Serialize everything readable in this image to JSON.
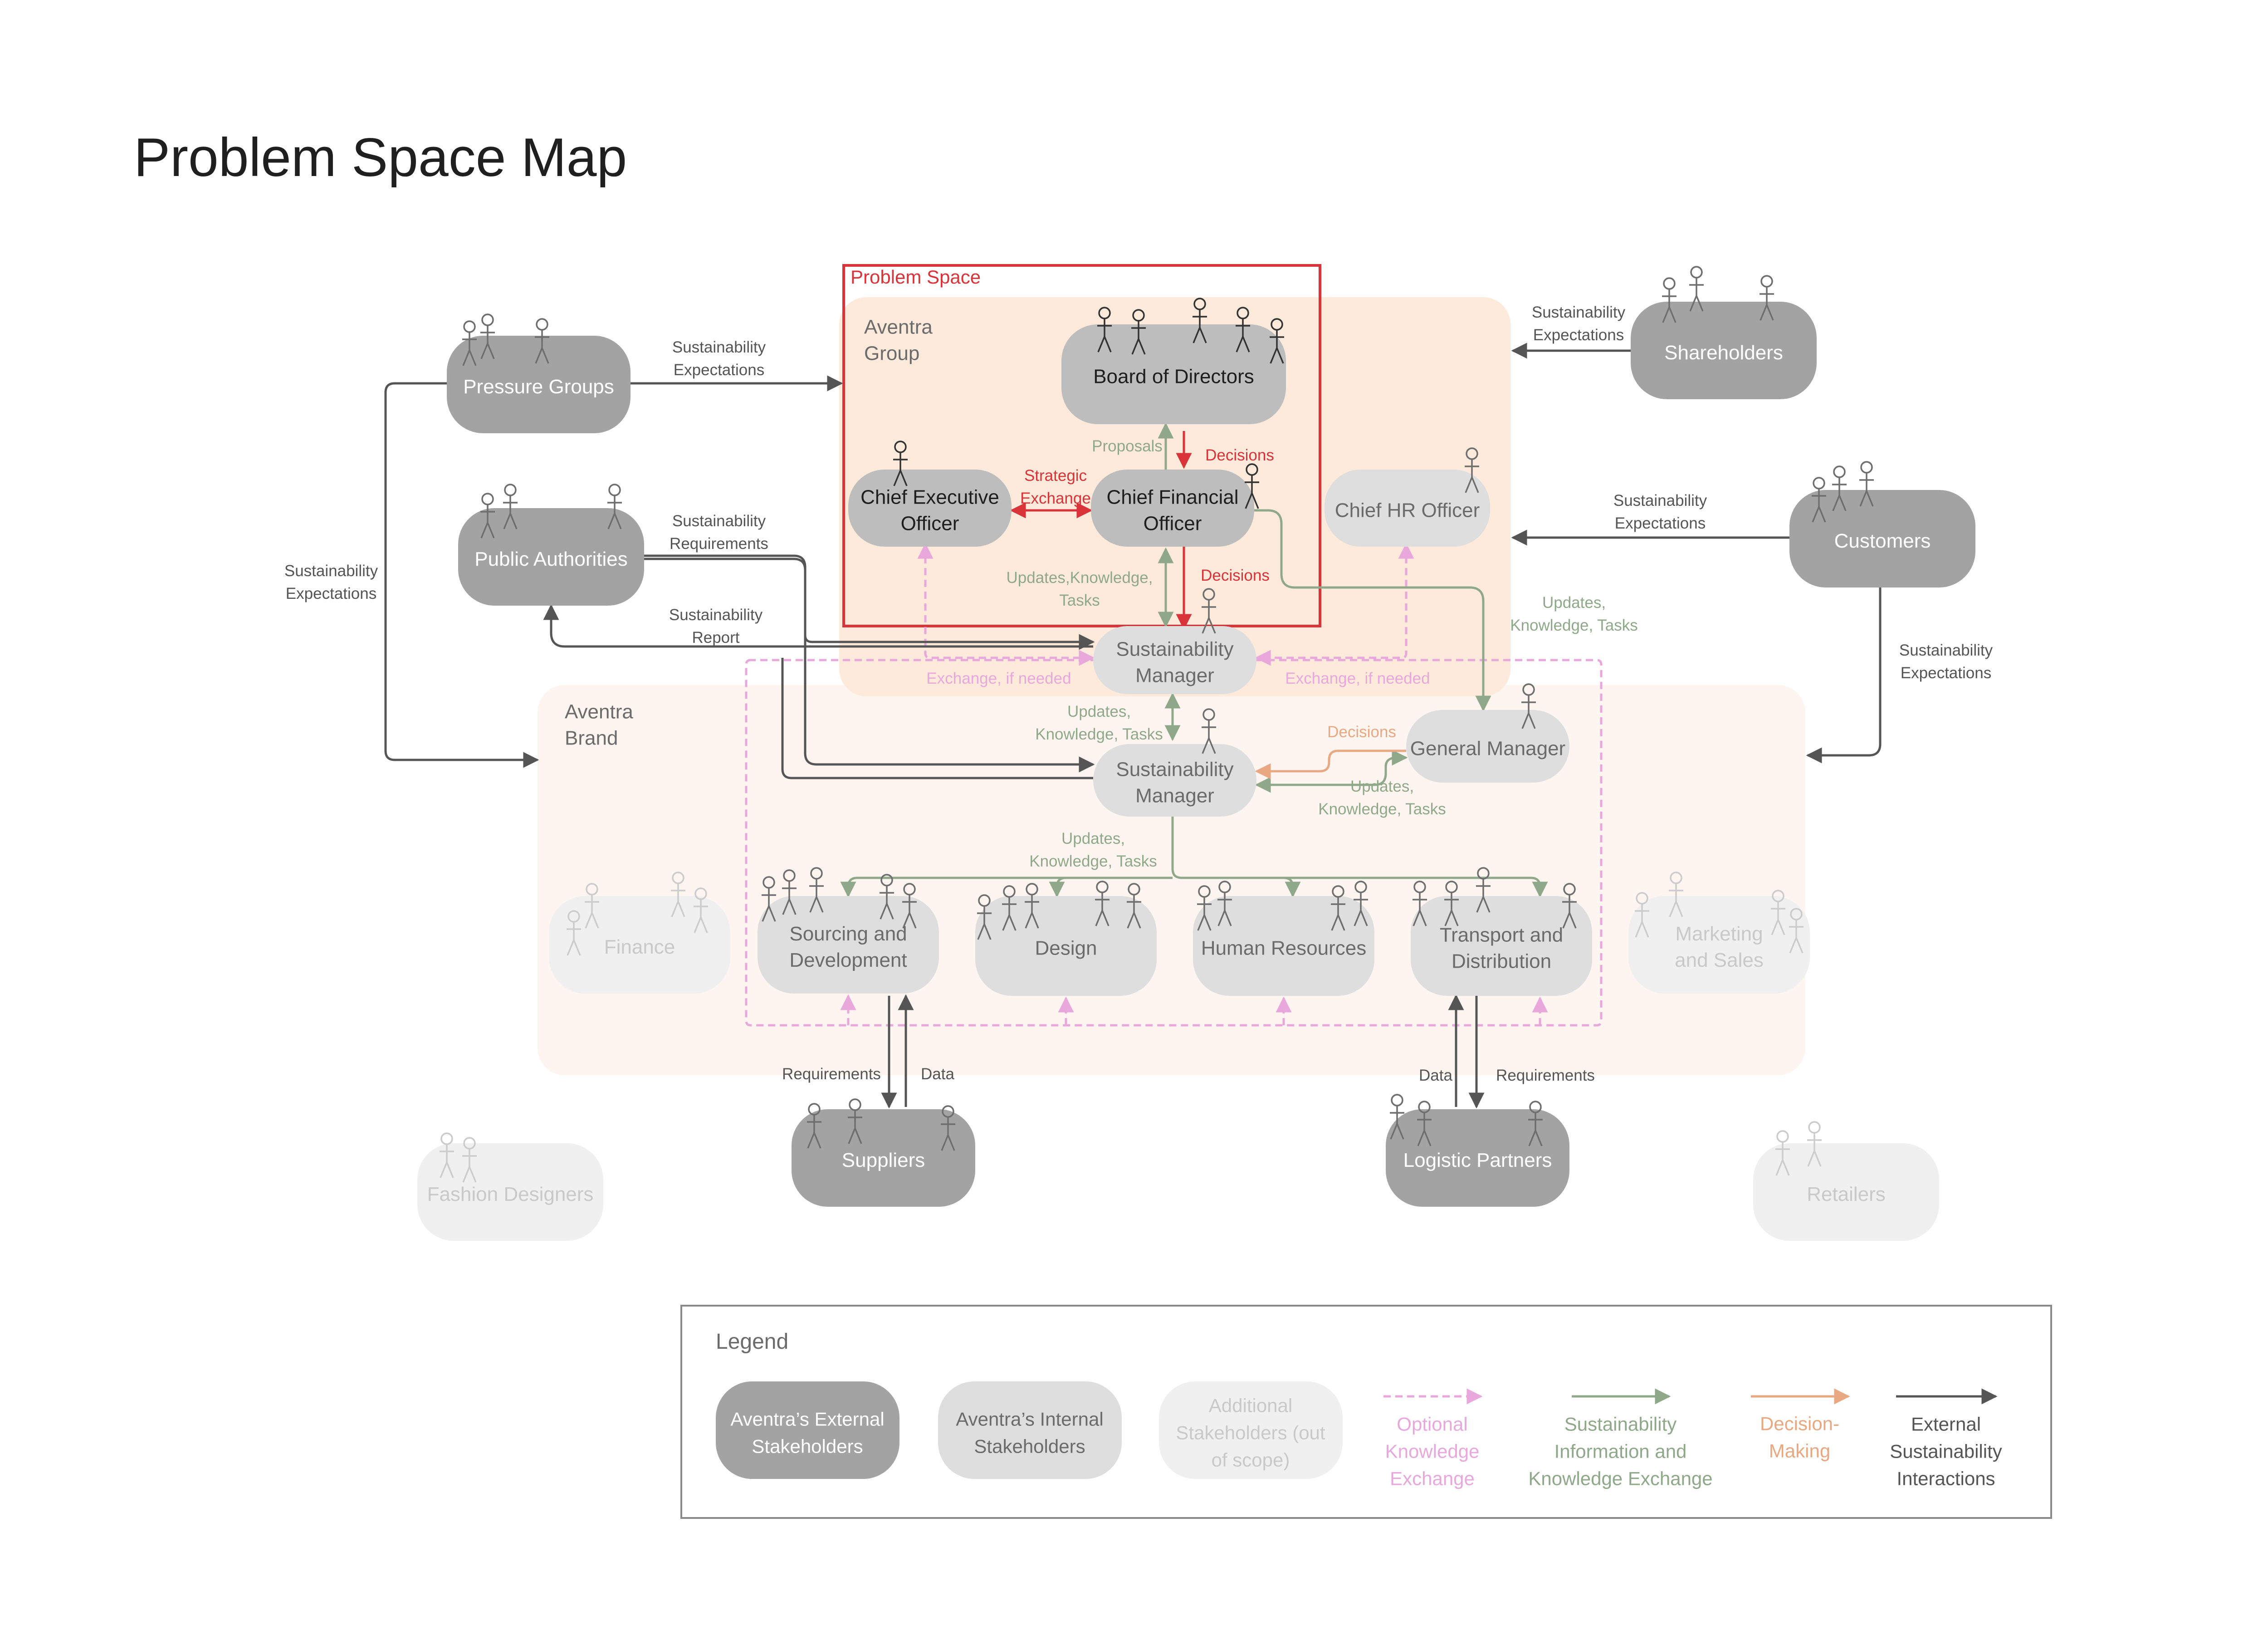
{
  "title": "Problem Space Map",
  "colors": {
    "external": "#a3a3a3",
    "internal": "#dedede",
    "additional": "#f0f0f0",
    "optional": "#e8a8dc",
    "sustainability": "#8fa88a",
    "decision": "#e8a882",
    "external_line": "#555555",
    "problem_space": "#d8343a",
    "group_bg": "#fdeadb",
    "brand_bg": "#fef5f0"
  },
  "groups": {
    "problem_space": "Problem Space",
    "aventra_group": [
      "Aventra",
      "Group"
    ],
    "aventra_brand": [
      "Aventra",
      "Brand"
    ]
  },
  "nodes": {
    "board": [
      "Board of Directors"
    ],
    "ceo": [
      "Chief Executive",
      "Officer"
    ],
    "cfo": [
      "Chief Financial",
      "Officer"
    ],
    "chro": [
      "Chief HR Officer"
    ],
    "pressure": [
      "Pressure Groups"
    ],
    "public": [
      "Public Authorities"
    ],
    "shareholders": [
      "Shareholders"
    ],
    "customers": [
      "Customers"
    ],
    "sm_group": [
      "Sustainability",
      "Manager"
    ],
    "sm_brand": [
      "Sustainability",
      "Manager"
    ],
    "gm": [
      "General Manager"
    ],
    "finance": [
      "Finance"
    ],
    "sourcing": [
      "Sourcing and",
      "Development"
    ],
    "design": [
      "Design"
    ],
    "hr": [
      "Human Resources"
    ],
    "transport": [
      "Transport and",
      "Distribution"
    ],
    "marketing": [
      "Marketing",
      "and Sales"
    ],
    "suppliers": [
      "Suppliers"
    ],
    "logistic": [
      "Logistic Partners"
    ],
    "fashion": [
      "Fashion Designers"
    ],
    "retailers": [
      "Retailers"
    ]
  },
  "labels": {
    "pressure_exp": [
      "Sustainability",
      "Expectations"
    ],
    "public_req": [
      "Sustainability",
      "Requirements"
    ],
    "public_report": [
      "Sustainability",
      "Report"
    ],
    "left_exp": [
      "Sustainability",
      "Expectations"
    ],
    "shareholder_exp": [
      "Sustainability",
      "Expectations"
    ],
    "customer_exp": [
      "Sustainability",
      "Expectations"
    ],
    "customer_exp2": [
      "Sustainability",
      "Expectations"
    ],
    "proposals": [
      "Proposals"
    ],
    "decisions1": [
      "Decisions"
    ],
    "decisions2": [
      "Decisions"
    ],
    "strategic": [
      "Strategic",
      "Exchange"
    ],
    "updates_cfo": [
      "Updates,Knowledge,",
      "Tasks"
    ],
    "updates_gm": [
      "Updates,",
      "Knowledge, Tasks"
    ],
    "exchange_left": [
      "Exchange, if needed"
    ],
    "exchange_right": [
      "Exchange, if needed"
    ],
    "updates_sm": [
      "Updates,",
      "Knowledge, Tasks"
    ],
    "gm_decisions": [
      "Decisions"
    ],
    "gm_updates": [
      "Updates,",
      "Knowledge, Tasks"
    ],
    "updates_down": [
      "Updates,",
      "Knowledge, Tasks"
    ],
    "req1": [
      "Requirements"
    ],
    "data1": [
      "Data"
    ],
    "data2": [
      "Data"
    ],
    "req2": [
      "Requirements"
    ]
  },
  "legend": {
    "title": "Legend",
    "external": [
      "Aventra’s External",
      "Stakeholders"
    ],
    "internal": [
      "Aventra’s Internal",
      "Stakeholders"
    ],
    "additional": [
      "Additional",
      "Stakeholders (out",
      "of scope)"
    ],
    "optional": [
      "Optional",
      "Knowledge",
      "Exchange"
    ],
    "sustainability": [
      "Sustainability",
      "Information and",
      "Knowledge Exchange"
    ],
    "decision": [
      "Decision-",
      "Making"
    ],
    "external_line": [
      "External",
      "Sustainability",
      "Interactions"
    ]
  }
}
